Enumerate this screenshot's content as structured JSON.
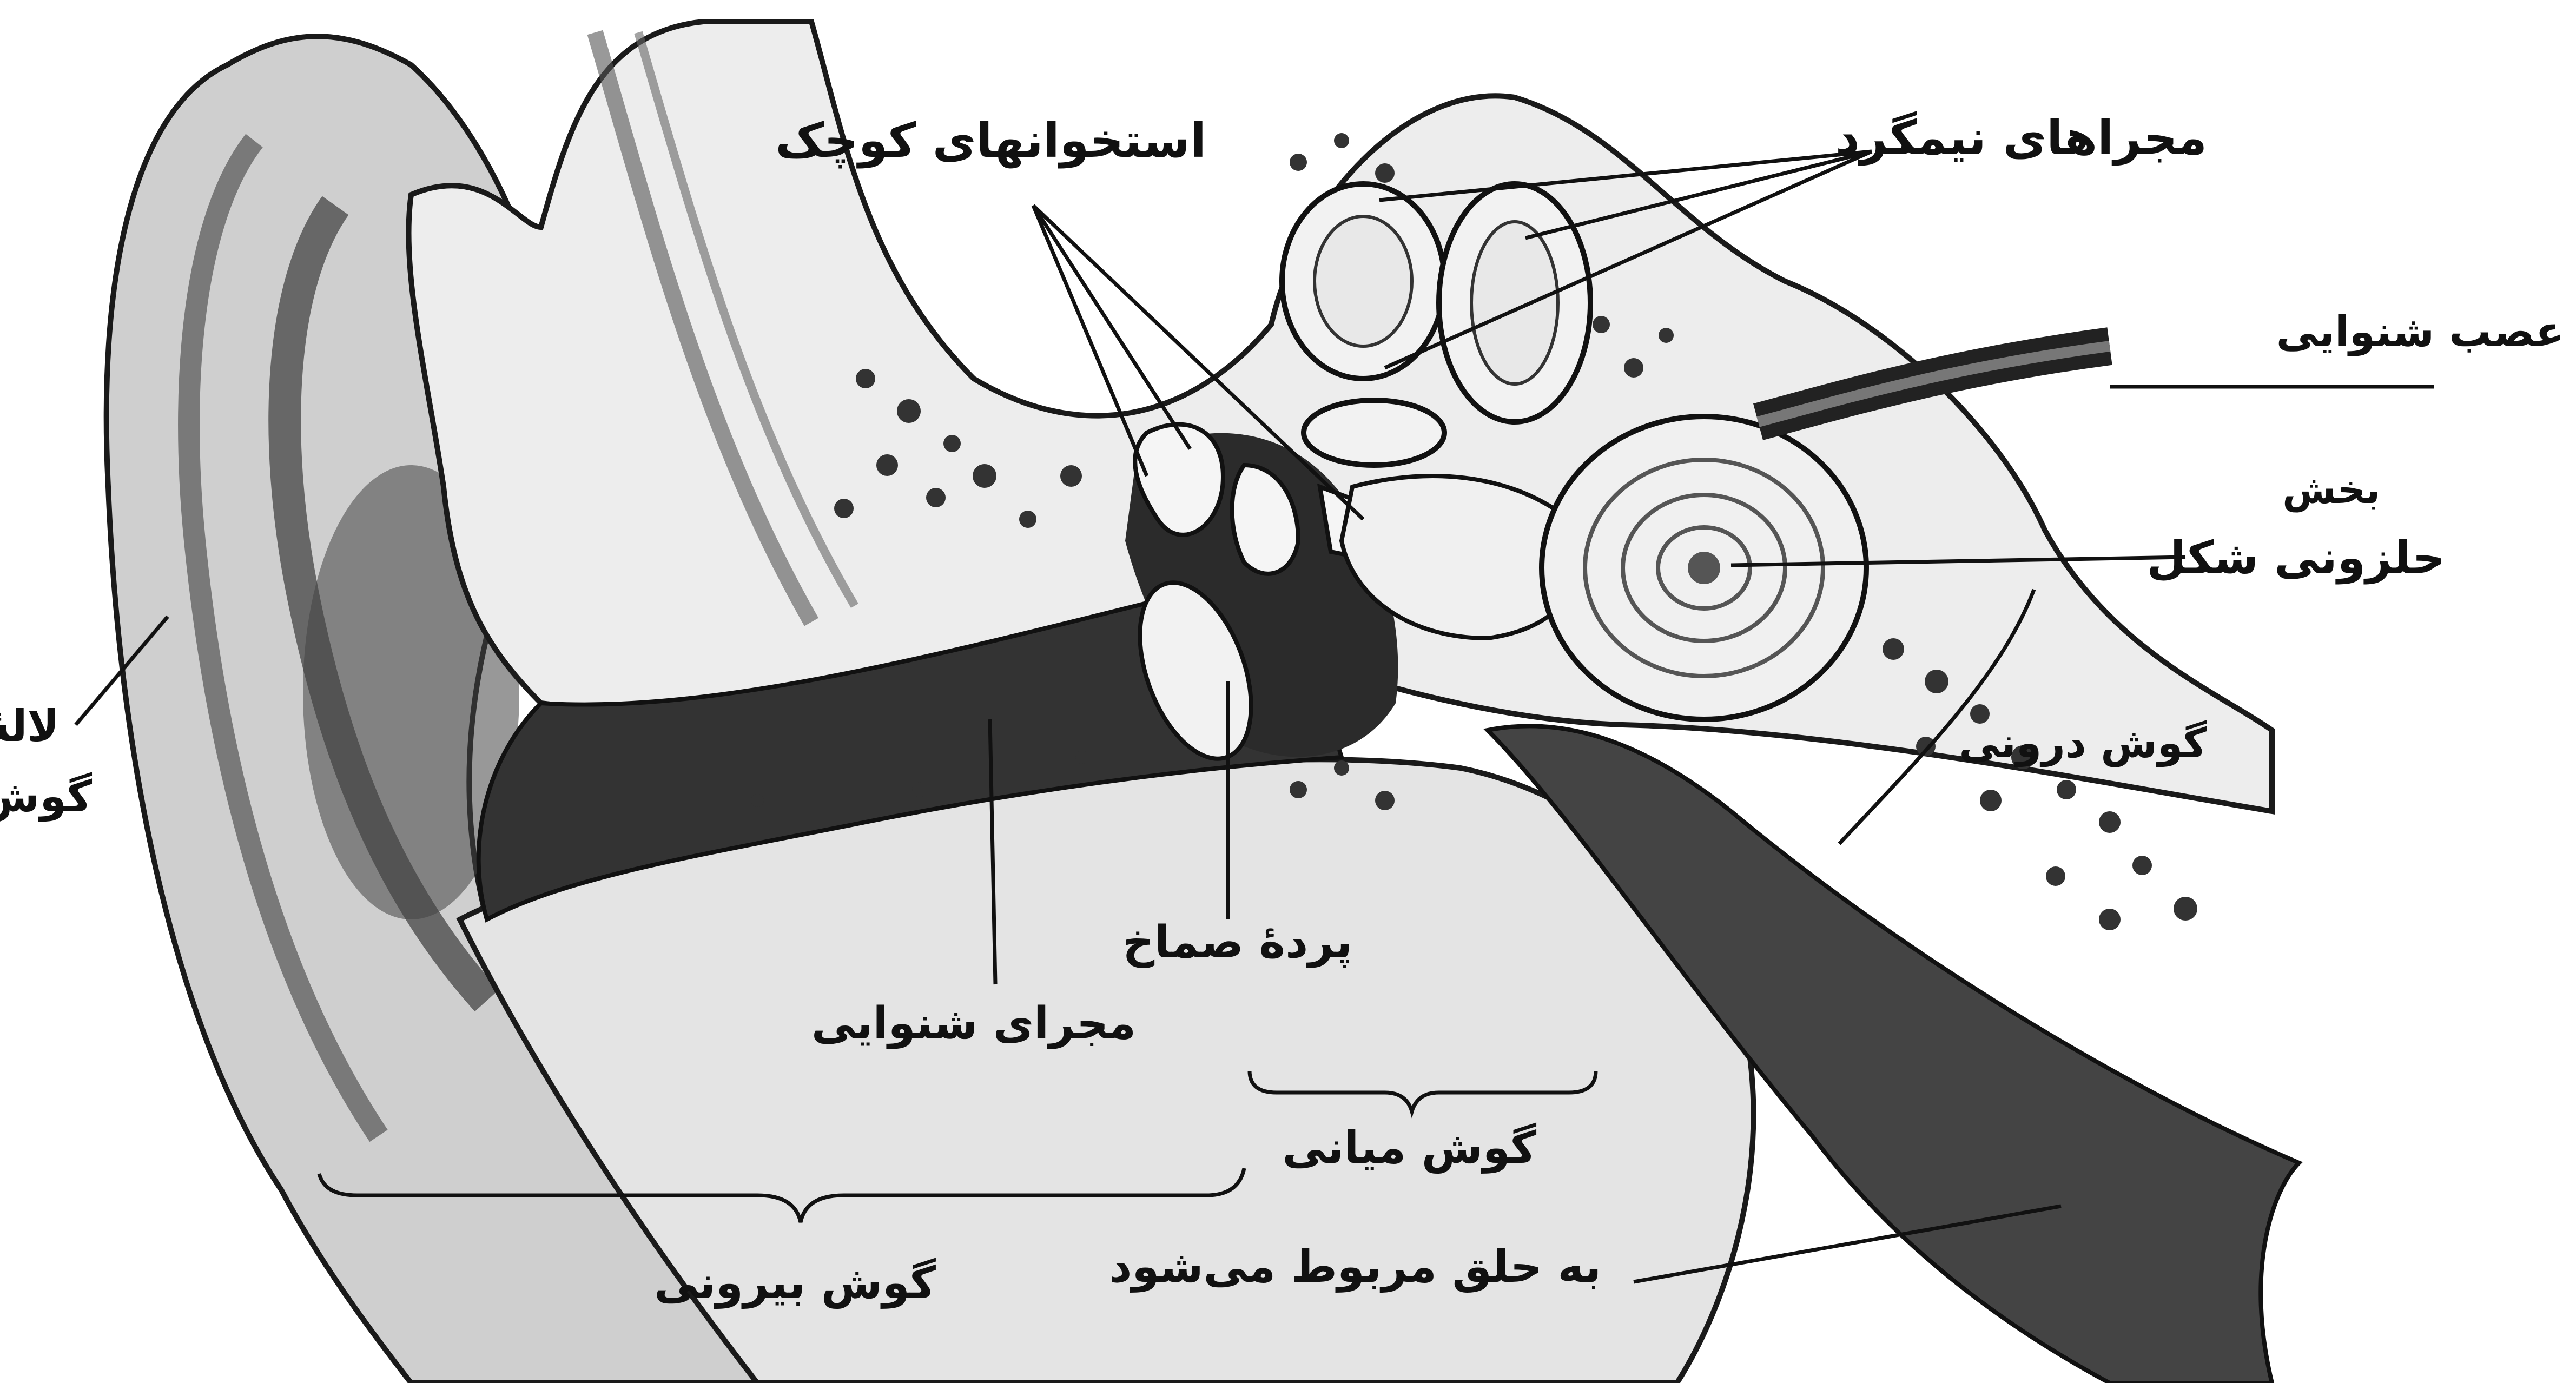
{
  "labels": {
    "semicircular_canals": "مجراهای نیمگرد",
    "small_ossicles": "استخوانهای کوچک",
    "auditory_nerve": "عصب شنوایی",
    "cochlea_line1": "بخش",
    "cochlea_line2": "حلزونی شکل",
    "inner_ear": "گوش درونی",
    "eardrum": "پردهٔ صماخ",
    "auditory_canal": "مجرای شنوایی",
    "middle_ear": "گوش میانی",
    "to_throat": "به حلق مربوط می‌شود",
    "outer_ear": "گوش بیرونی",
    "pinna_line1": "لالهٔ",
    "pinna_line2": "گوش"
  },
  "colors": {
    "ink": "#111111",
    "bone": "#ededed",
    "dark": "#2a2a2a",
    "skin": "#d9d9d9",
    "cavity": "#3a3a3a"
  }
}
